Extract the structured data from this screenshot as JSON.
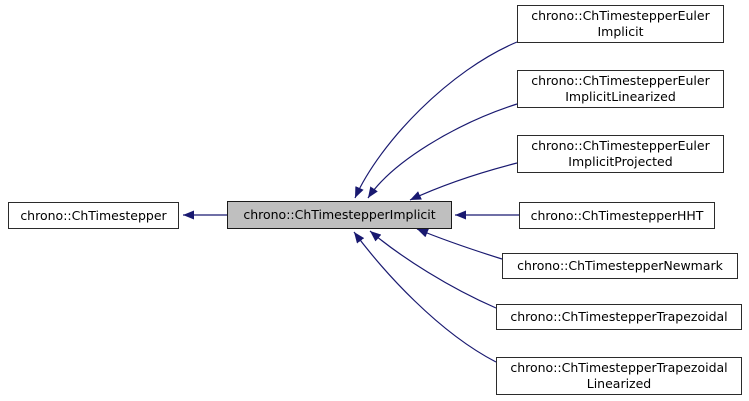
{
  "diagram": {
    "type": "inheritance-graph",
    "base_node": {
      "label": "chrono::ChTimestepper"
    },
    "focus_node": {
      "label": "chrono::ChTimestepperImplicit"
    },
    "derived_nodes": [
      {
        "label": "chrono::ChTimestepperEuler\nImplicit"
      },
      {
        "label": "chrono::ChTimestepperEuler\nImplicitLinearized"
      },
      {
        "label": "chrono::ChTimestepperEuler\nImplicitProjected"
      },
      {
        "label": "chrono::ChTimestepperHHT"
      },
      {
        "label": "chrono::ChTimestepperNewmark"
      },
      {
        "label": "chrono::ChTimestepperTrapezoidal"
      },
      {
        "label": "chrono::ChTimestepperTrapezoidal\nLinearized"
      }
    ],
    "colors": {
      "edge": "#191970",
      "focus_fill": "#bfbfbf",
      "node_fill": "#ffffff",
      "node_border": "#2b2b2b",
      "text": "#000000",
      "background": "#ffffff"
    }
  }
}
